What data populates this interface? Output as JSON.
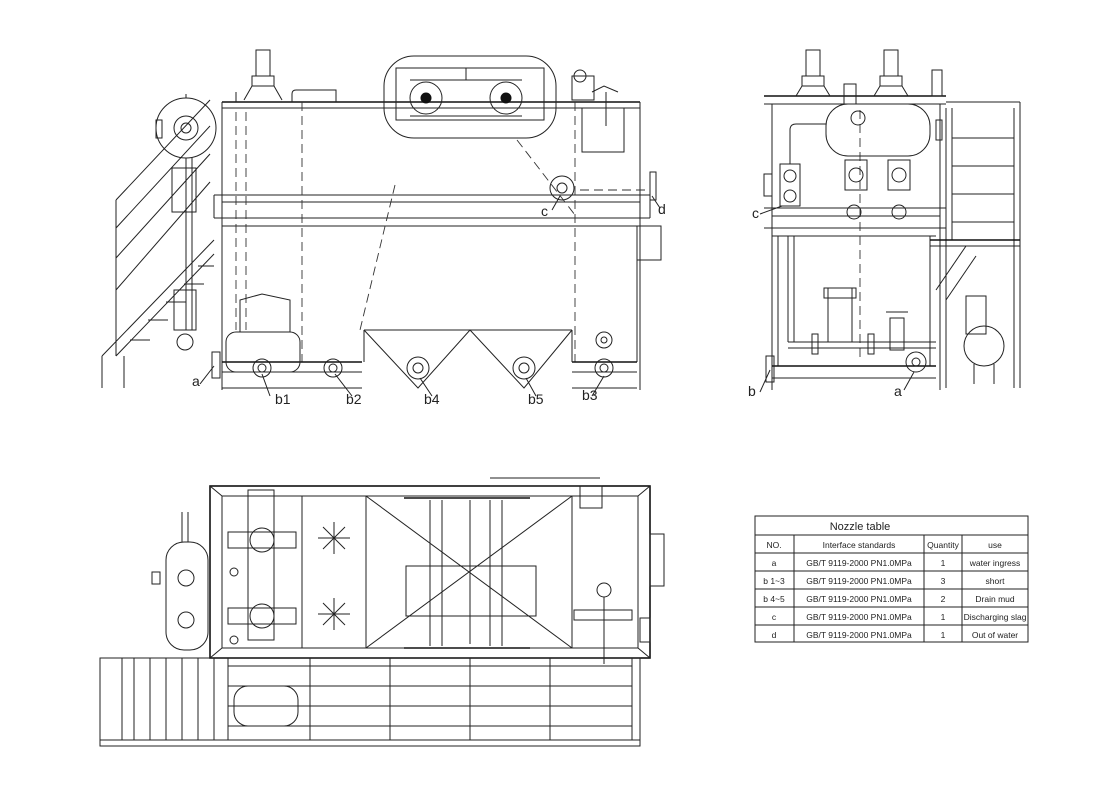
{
  "labels": {
    "front": {
      "a": "a",
      "b1": "b1",
      "b2": "b2",
      "b4": "b4",
      "b5": "b5",
      "b3": "b3",
      "c": "c",
      "d": "d"
    },
    "side": {
      "c": "c",
      "b": "b",
      "a": "a"
    }
  },
  "nozzle_table": {
    "title": "Nozzle table",
    "headers": [
      "NO.",
      "Interface standards",
      "Quantity",
      "use"
    ],
    "rows": [
      [
        "a",
        "GB/T 9119-2000  PN1.0MPa",
        "1",
        "water ingress"
      ],
      [
        "b 1~3",
        "GB/T 9119-2000  PN1.0MPa",
        "3",
        "short"
      ],
      [
        "b 4~5",
        "GB/T 9119-2000  PN1.0MPa",
        "2",
        "Drain mud"
      ],
      [
        "c",
        "GB/T 9119-2000  PN1.0MPa",
        "1",
        "Discharging slag"
      ],
      [
        "d",
        "GB/T 9119-2000  PN1.0MPa",
        "1",
        "Out of water"
      ]
    ]
  }
}
